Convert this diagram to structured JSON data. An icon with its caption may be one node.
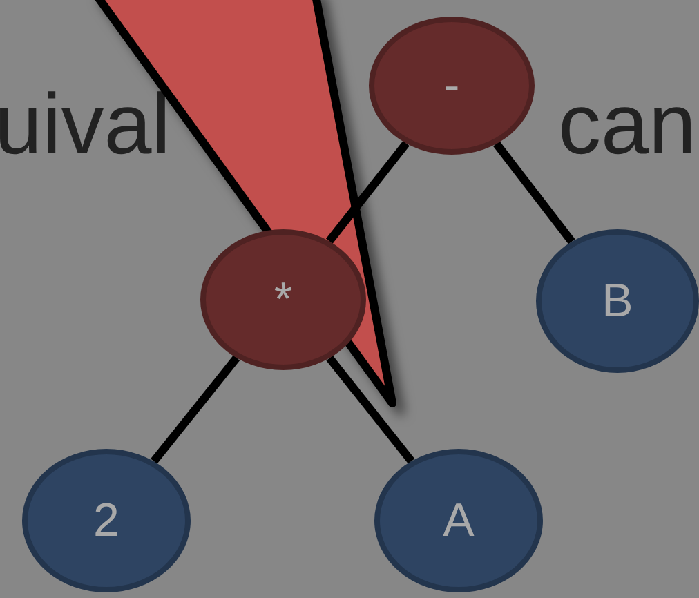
{
  "diagram": {
    "nodes": [
      {
        "text": [
          "-"
        ]
      },
      {
        "text": [
          "*"
        ]
      },
      {
        "text": [
          "B"
        ]
      },
      {
        "text": [
          "2"
        ]
      },
      {
        "text": [
          "A"
        ]
      }
    ],
    "edges": [
      {
        "from": 0,
        "to": 1,
        "arrow": "none"
      },
      {
        "from": 0,
        "to": 2,
        "arrow": "none"
      },
      {
        "from": 1,
        "to": 3,
        "arrow": "none"
      },
      {
        "from": 1,
        "to": 4,
        "arrow": "none"
      }
    ],
    "labels": [
      "uival",
      "can"
    ]
  }
}
